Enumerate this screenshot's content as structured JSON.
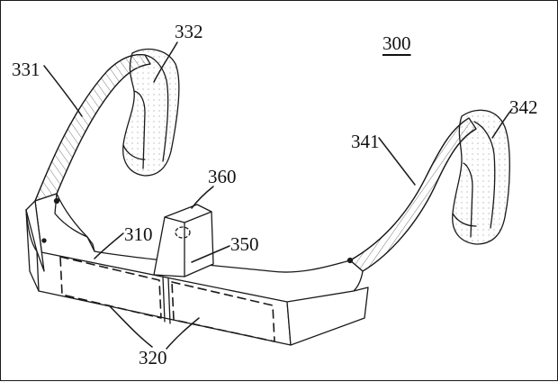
{
  "figure": {
    "number": "300"
  },
  "labels": {
    "l331": "331",
    "l332": "332",
    "l341": "341",
    "l342": "342",
    "l360": "360",
    "l310": "310",
    "l350": "350",
    "l320": "320"
  },
  "colors": {
    "ink": "#1a1a1a",
    "hatch": "#7a7a7a",
    "paper": "#ffffff"
  }
}
